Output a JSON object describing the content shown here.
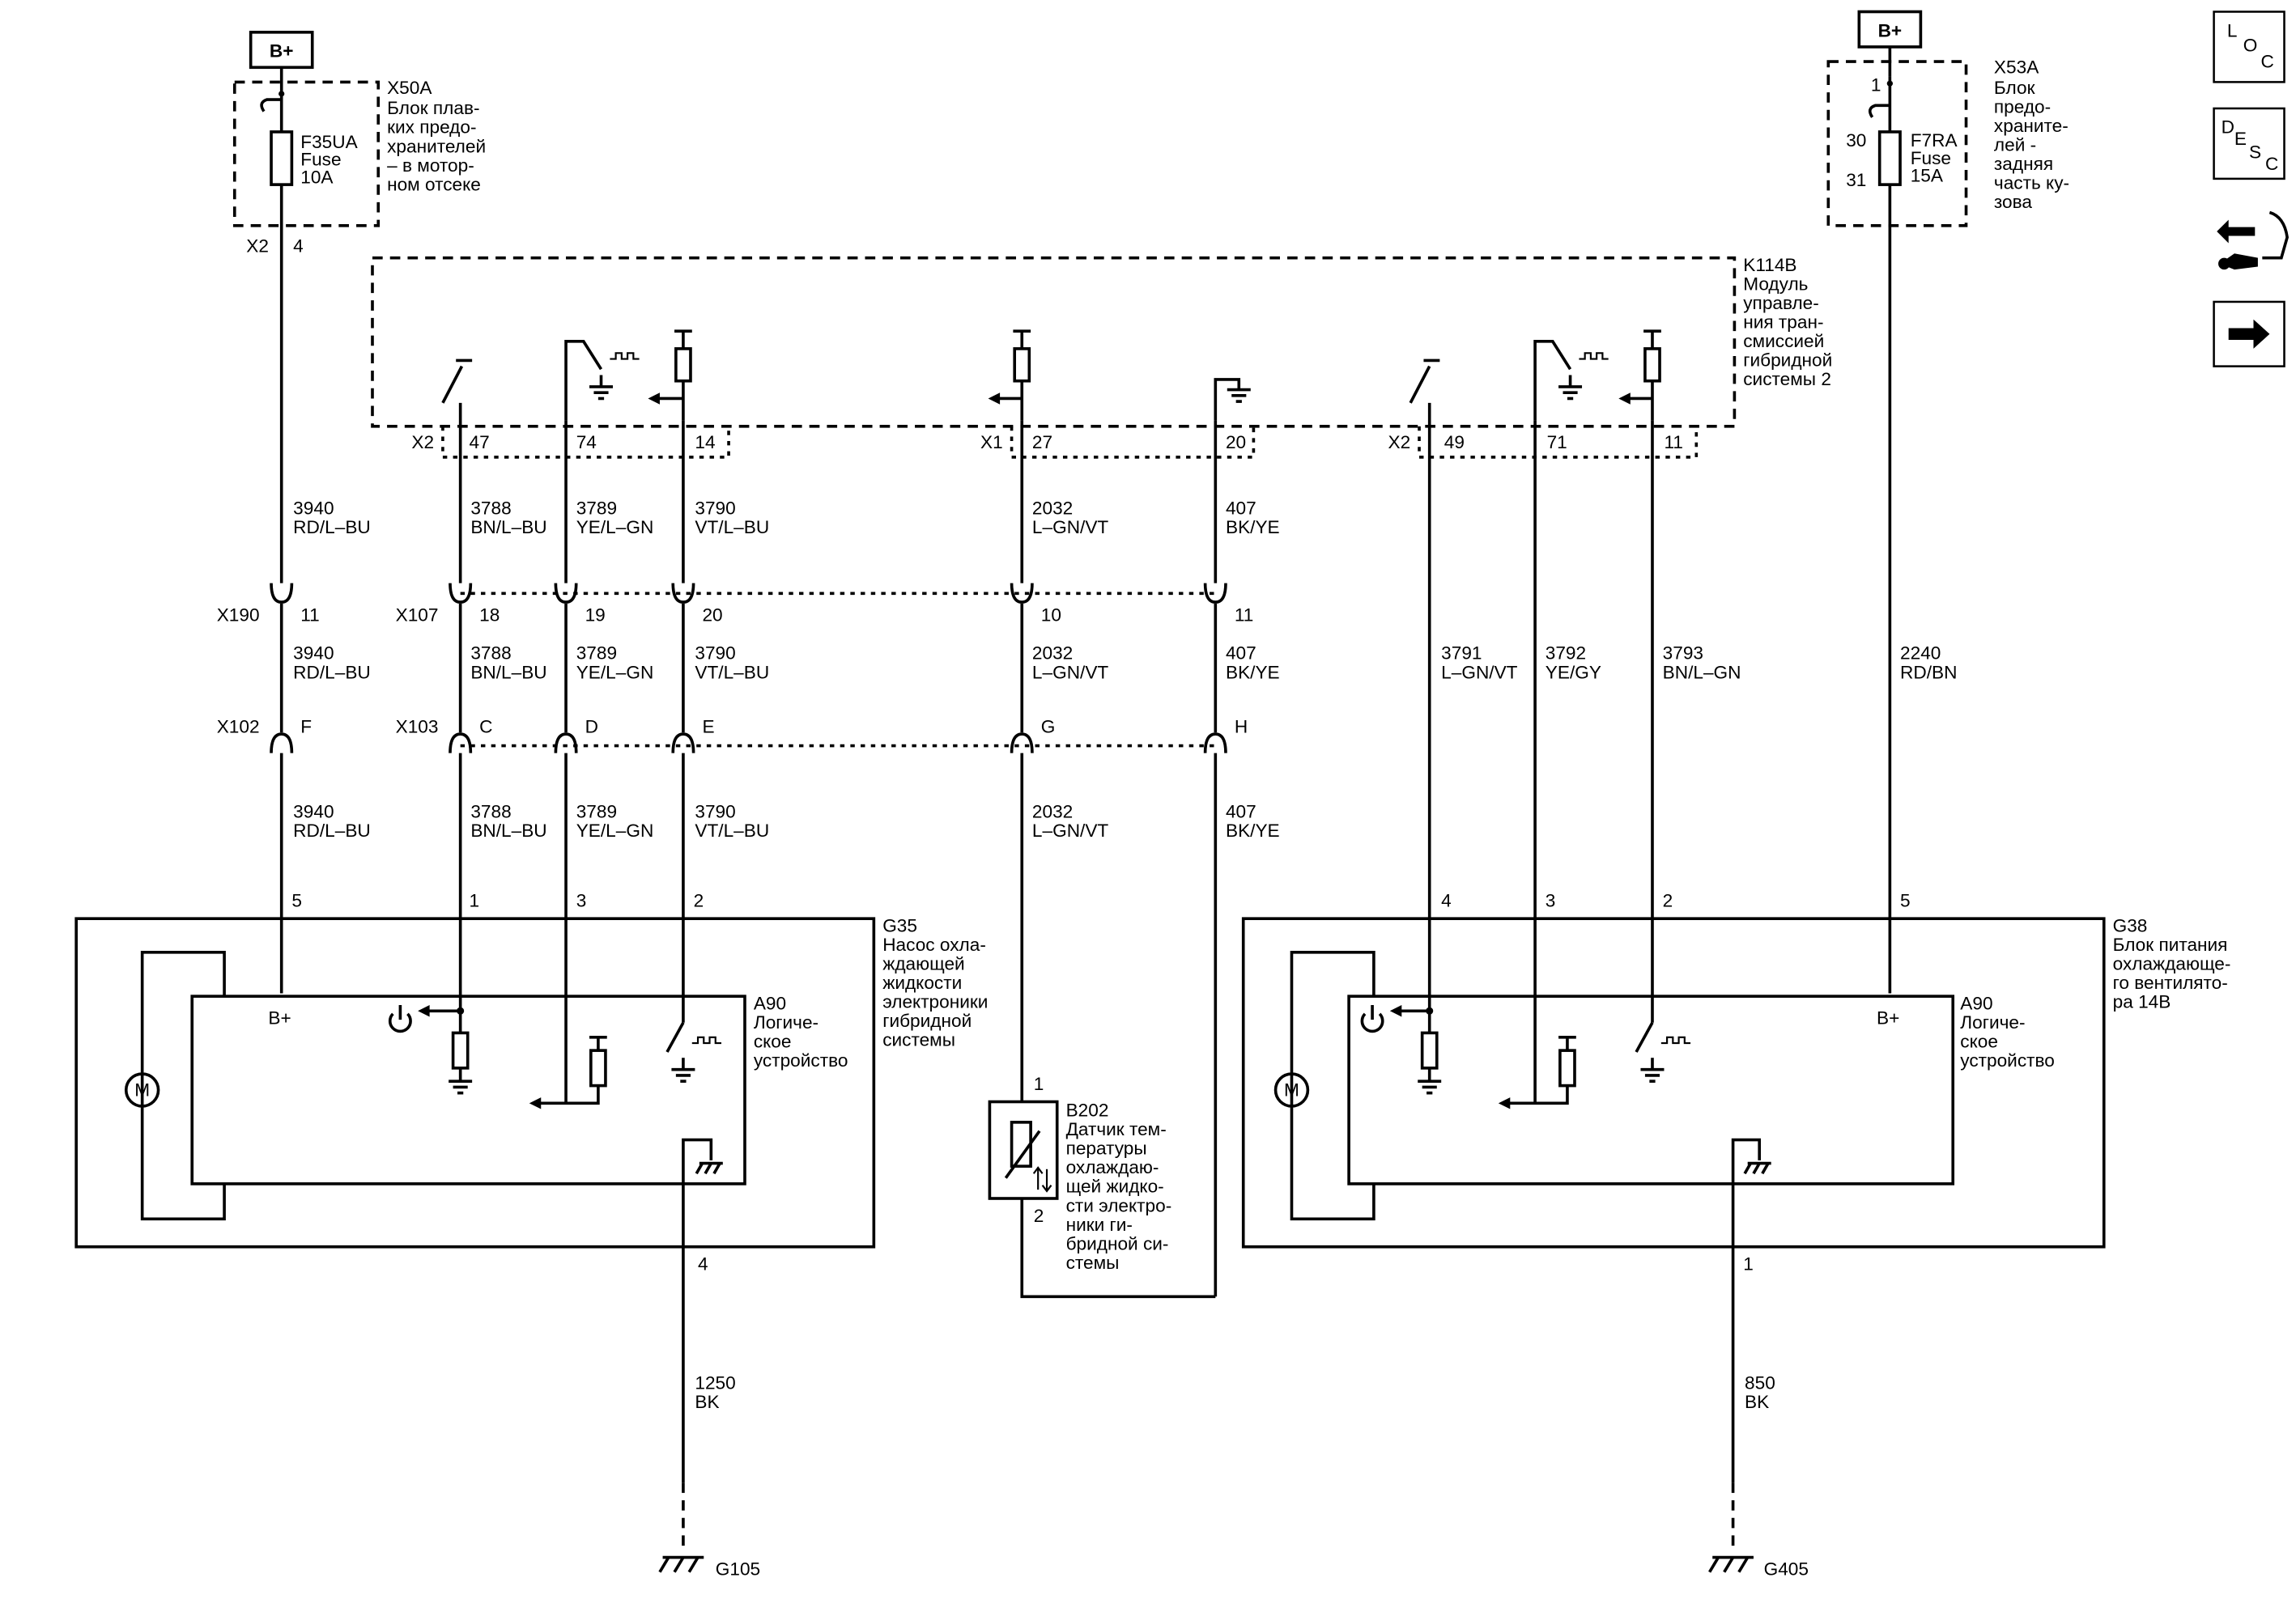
{
  "power_labels": {
    "left": "B+",
    "right": "B+"
  },
  "fuse_left": {
    "box_id": "X50A",
    "box_desc": [
      "Блок плав-",
      "ких предо-",
      "хранителей",
      "– в мотор-",
      "ном отсеке"
    ],
    "fuse_id": "F35UA",
    "fuse_word": "Fuse",
    "fuse_rating": "10A",
    "connector": "X2",
    "pin": "4"
  },
  "fuse_right": {
    "box_id": "X53A",
    "box_desc": [
      "Блок",
      "предо-",
      "храните-",
      "лей -",
      "задняя",
      "часть ку-",
      "зова"
    ],
    "fuse_id": "F7RA",
    "fuse_word": "Fuse",
    "fuse_rating": "15A",
    "pin_top": "1",
    "pin_in": "30",
    "pin_out": "31"
  },
  "module": {
    "id": "K114B",
    "desc": [
      "Модуль",
      "управле-",
      "ния тран-",
      "смиссией",
      "гибридной",
      "системы 2"
    ],
    "conn_x2": "X2",
    "conn_x1": "X1",
    "conn_x2b": "X2",
    "pins": [
      "47",
      "74",
      "14",
      "27",
      "20",
      "49",
      "71",
      "11"
    ]
  },
  "connectors": {
    "x190": {
      "id": "X190",
      "pin": "11"
    },
    "x107": {
      "id": "X107",
      "pins": [
        "18",
        "19",
        "20",
        "10",
        "11"
      ]
    },
    "x102": {
      "id": "X102",
      "pin": "F"
    },
    "x103": {
      "id": "X103",
      "pins": [
        "C",
        "D",
        "E",
        "G",
        "H"
      ]
    }
  },
  "wires": {
    "w3940": {
      "num": "3940",
      "color": "RD/L–BU"
    },
    "w3788": {
      "num": "3788",
      "color": "BN/L–BU"
    },
    "w3789": {
      "num": "3789",
      "color": "YE/L–GN"
    },
    "w3790": {
      "num": "3790",
      "color": "VT/L–BU"
    },
    "w2032": {
      "num": "2032",
      "color": "L–GN/VT"
    },
    "w407": {
      "num": "407",
      "color": "BK/YE"
    },
    "w3791": {
      "num": "3791",
      "color": "L–GN/VT"
    },
    "w3792": {
      "num": "3792",
      "color": "YE/GY"
    },
    "w3793": {
      "num": "3793",
      "color": "BN/L–GN"
    },
    "w2240": {
      "num": "2240",
      "color": "RD/BN"
    },
    "w1250": {
      "num": "1250",
      "color": "BK"
    },
    "w850": {
      "num": "850",
      "color": "BK"
    }
  },
  "g35": {
    "id": "G35",
    "desc": [
      "Насос охла-",
      "ждающей",
      "жидкости",
      "электроники",
      "гибридной",
      "системы"
    ],
    "pins": [
      "5",
      "1",
      "3",
      "2",
      "4"
    ],
    "logic_id": "A90",
    "logic_desc": [
      "Логиче-",
      "ское",
      "устройство"
    ],
    "bplus": "B+",
    "motor": "M"
  },
  "g38": {
    "id": "G38",
    "desc": [
      "Блок питания",
      "охлаждающе-",
      "го вентилято-",
      "ра 14В"
    ],
    "pins": [
      "4",
      "3",
      "2",
      "5",
      "1"
    ],
    "logic_id": "A90",
    "logic_desc": [
      "Логиче-",
      "ское",
      "устройство"
    ],
    "bplus": "B+",
    "motor": "M"
  },
  "sensor": {
    "id": "B202",
    "desc": [
      "Датчик тем-",
      "пературы",
      "охлаждаю-",
      "щей жидко-",
      "сти электро-",
      "ники ги-",
      "бридной си-",
      "стемы"
    ],
    "pin_top": "1",
    "pin_bottom": "2"
  },
  "grounds": {
    "left": "G105",
    "right": "G405"
  },
  "side_buttons": {
    "loc": [
      "L",
      "O",
      "C"
    ],
    "desc": [
      "D",
      "E",
      "S",
      "C"
    ]
  }
}
